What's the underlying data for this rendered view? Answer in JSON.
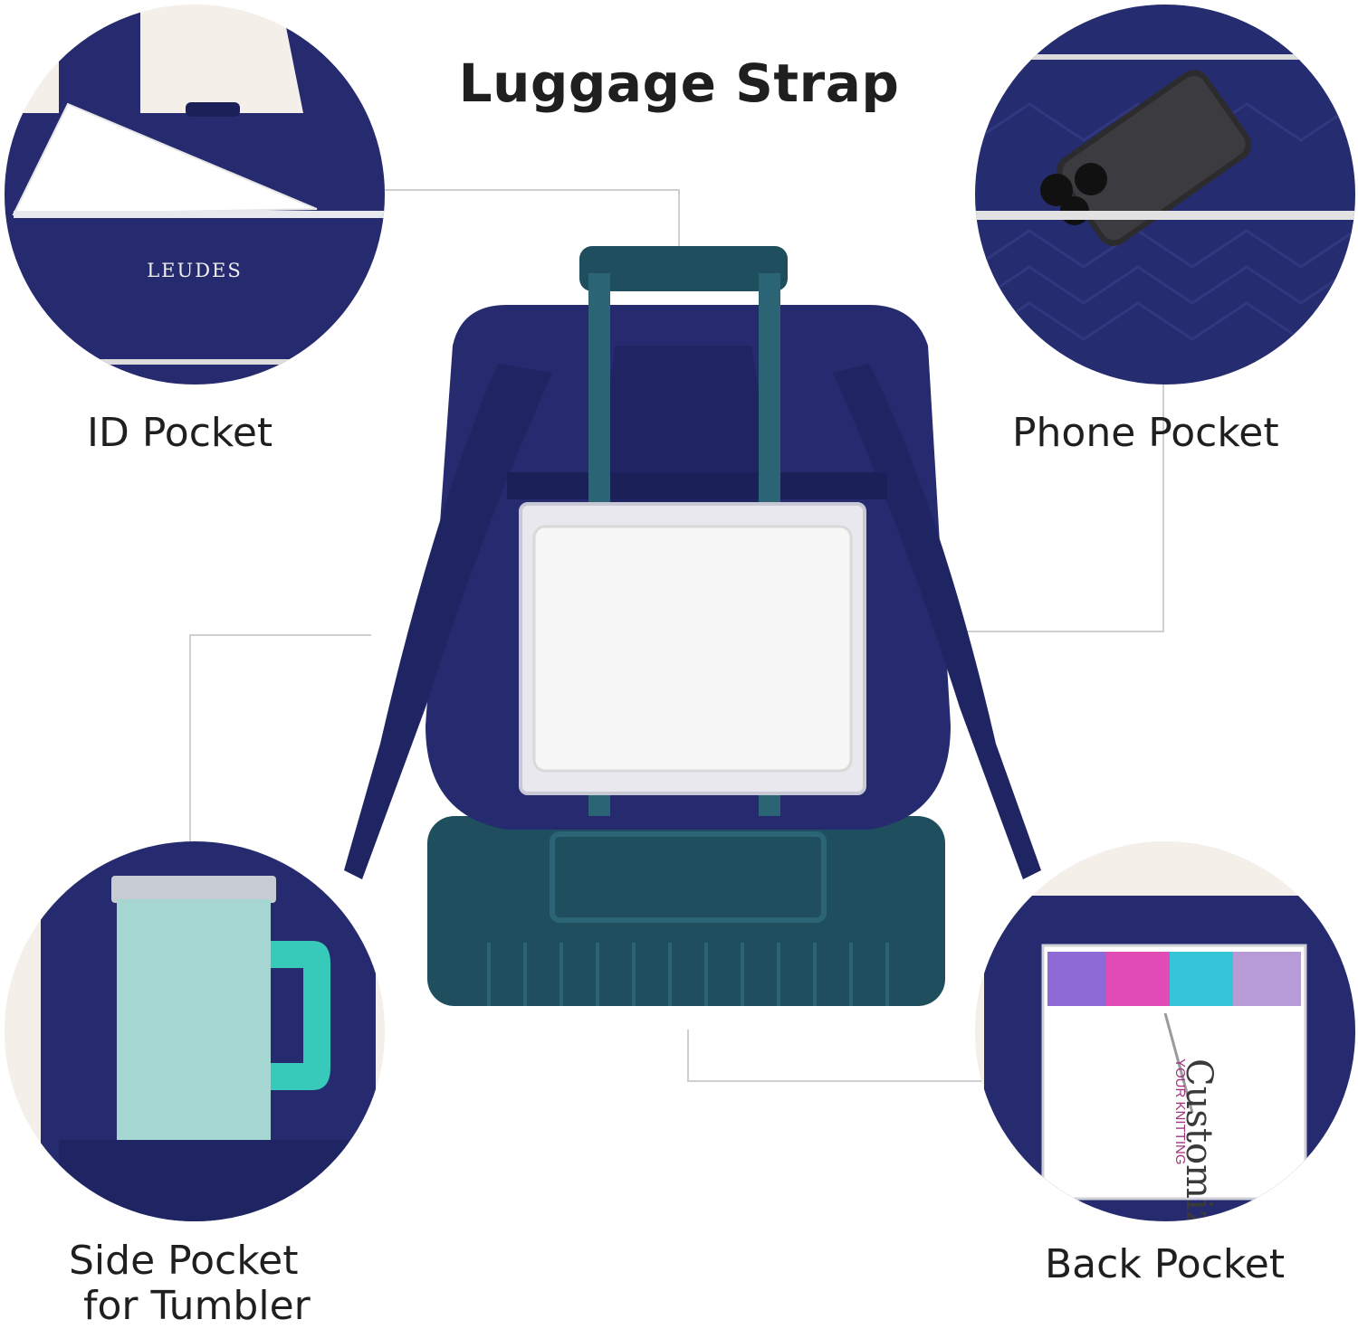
{
  "title": "Luggage Strap",
  "labels": {
    "id_pocket": "ID  Pocket",
    "phone_pocket": "Phone  Pocket",
    "side_pocket_line1": "Side Pocket",
    "side_pocket_line2": "for Tumbler",
    "back_pocket": "Back Pocket"
  },
  "brand_text": "LEUDES",
  "book_text": {
    "line1": "Customize",
    "line2": "YOUR KNITTING"
  },
  "colors": {
    "navy": "#252b6e",
    "navy_dark": "#1b2058",
    "suitcase_teal": "#1f4f5e",
    "tumbler_mint": "#a6d6d2",
    "tumbler_handle": "#37c9b9",
    "leader_line": "#cfcfcf"
  }
}
